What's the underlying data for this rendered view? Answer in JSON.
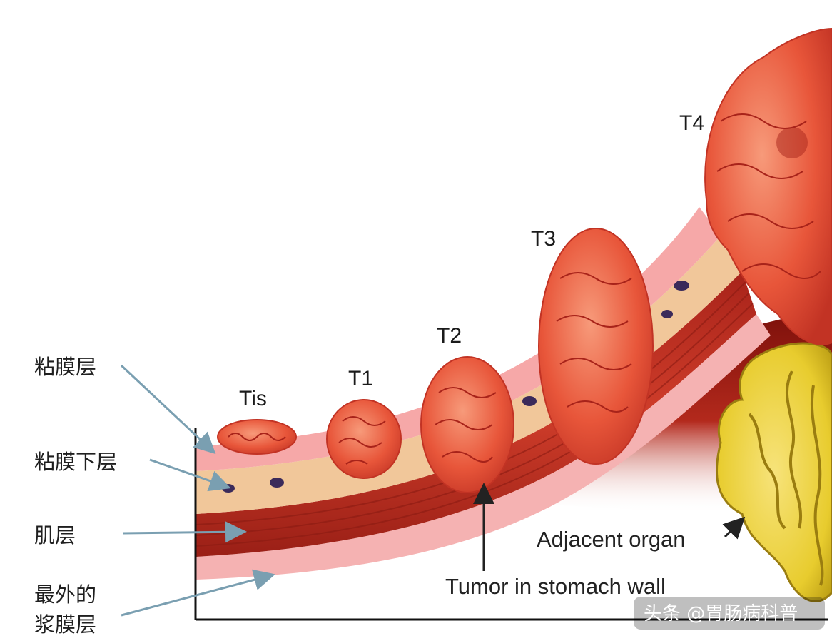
{
  "stages": {
    "tis": "Tis",
    "t1": "T1",
    "t2": "T2",
    "t3": "T3",
    "t4": "T4"
  },
  "layers": {
    "mucosa": "粘膜层",
    "submucosa": "粘膜下层",
    "muscularis": "肌层",
    "serosa_line1": "最外的",
    "serosa_line2": "浆膜层"
  },
  "annotations": {
    "adjacent_organ": "Adjacent organ",
    "tumor_in_wall": "Tumor in stomach wall"
  },
  "watermark": {
    "text": "头条 @胃肠病科普"
  },
  "colors": {
    "tumor": "#e8563a",
    "tumor_light": "#f4886a",
    "mucosa": "#f6a8a8",
    "submucosa": "#f1c79a",
    "muscle": "#c23324",
    "serosa": "#f5b2b2",
    "organ": "#e8cc2e",
    "arrow": "#7a9fb1"
  }
}
